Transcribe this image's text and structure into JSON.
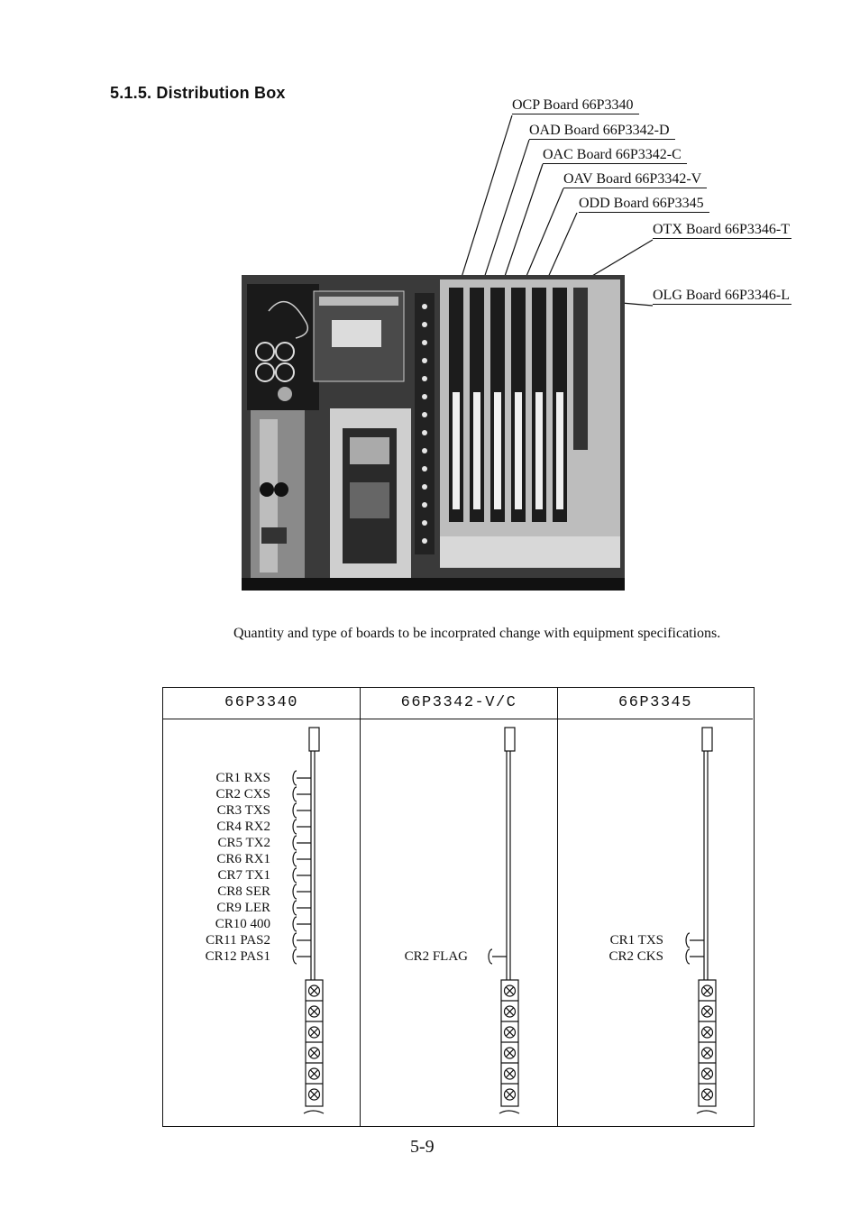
{
  "heading": "5.1.5. Distribution Box",
  "callouts": [
    {
      "name": "OCP",
      "text": "OCP  Board  66P3340"
    },
    {
      "name": "OAD",
      "text": "OAD  Board  66P3342-D"
    },
    {
      "name": "OAC",
      "text": "OAC  Board  66P3342-C"
    },
    {
      "name": "OAV",
      "text": "OAV  Board  66P3342-V"
    },
    {
      "name": "ODD",
      "text": "ODD  Board  66P3345"
    },
    {
      "name": "OTX",
      "text": "OTX  Board  66P3346-T"
    },
    {
      "name": "OLG",
      "text": "OLG  Board  66P3346-L"
    }
  ],
  "note": "Quantity and type of boards to be incorprated change with equipment specifications.",
  "table": {
    "columns": [
      {
        "header": "66P3340",
        "leds": [
          "CR1  RXS",
          "CR2  CXS",
          "CR3  TXS",
          "CR4  RX2",
          "CR5  TX2",
          "CR6  RX1",
          "CR7  TX1",
          "CR8  SER",
          "CR9  LER",
          "CR10  400",
          "CR11  PAS2",
          "CR12  PAS1"
        ]
      },
      {
        "header": "66P3342-V/C",
        "leds": [
          "CR2  FLAG"
        ]
      },
      {
        "header": "66P3345",
        "leds": [
          "CR1  TXS",
          "CR2  CKS"
        ]
      }
    ]
  },
  "page_number": "5-9"
}
